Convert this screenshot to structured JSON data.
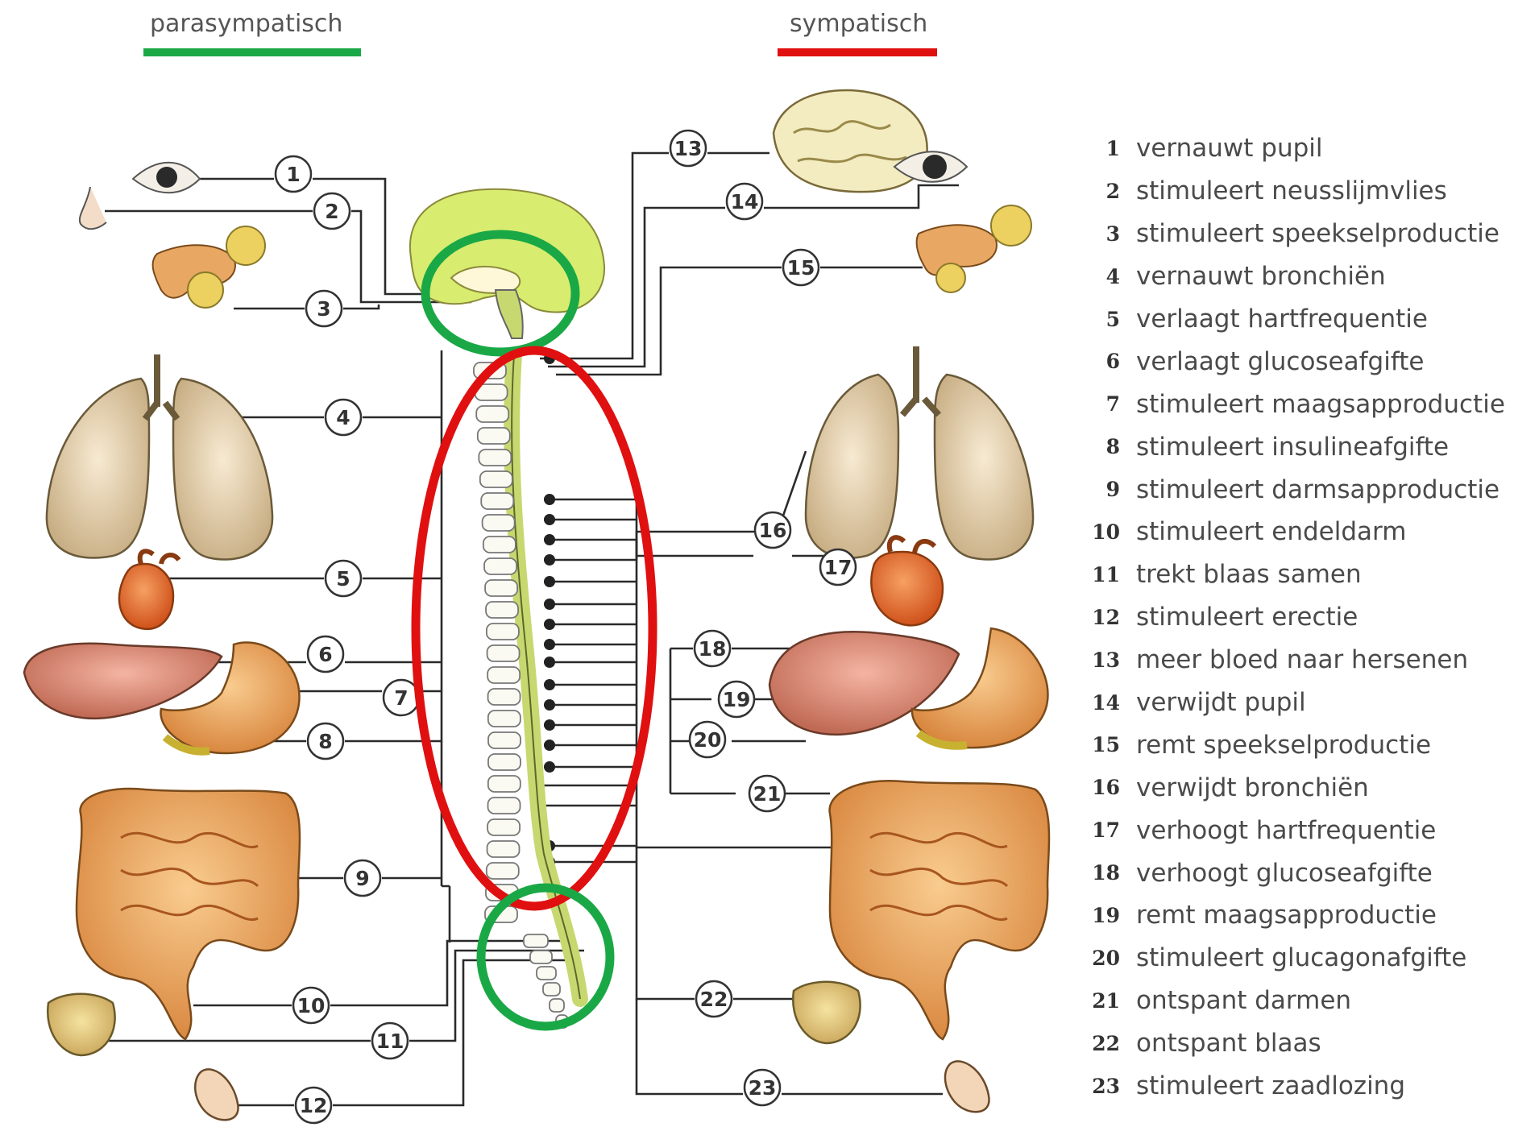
{
  "headers": {
    "parasympathetic": "parasympatisch",
    "sympathetic": "sympatisch"
  },
  "colors": {
    "parasympathetic": "#1aa846",
    "sympathetic": "#e01010",
    "brain": "#d8ec70",
    "spine": "#c8d870",
    "organ": "#e89040",
    "lung": "#efd9b5"
  },
  "badges": {
    "b1": "1",
    "b2": "2",
    "b3": "3",
    "b4": "4",
    "b5": "5",
    "b6": "6",
    "b7": "7",
    "b8": "8",
    "b9": "9",
    "b10": "10",
    "b11": "11",
    "b12": "12",
    "b13": "13",
    "b14": "14",
    "b15": "15",
    "b16": "16",
    "b17": "17",
    "b18": "18",
    "b19": "19",
    "b20": "20",
    "b21": "21",
    "b22": "22",
    "b23": "23"
  },
  "legend": [
    {
      "num": "1",
      "text": "vernauwt pupil"
    },
    {
      "num": "2",
      "text": "stimuleert neusslijmvlies"
    },
    {
      "num": "3",
      "text": "stimuleert speekselproductie"
    },
    {
      "num": "4",
      "text": "vernauwt bronchiën"
    },
    {
      "num": "5",
      "text": "verlaagt hartfrequentie"
    },
    {
      "num": "6",
      "text": "verlaagt glucoseafgifte"
    },
    {
      "num": "7",
      "text": "stimuleert maagsapproductie"
    },
    {
      "num": "8",
      "text": "stimuleert insulineafgifte"
    },
    {
      "num": "9",
      "text": "stimuleert darmsapproductie"
    },
    {
      "num": "10",
      "text": "stimuleert endeldarm"
    },
    {
      "num": "11",
      "text": "trekt blaas samen"
    },
    {
      "num": "12",
      "text": "stimuleert erectie"
    },
    {
      "num": "13",
      "text": "meer bloed naar hersenen"
    },
    {
      "num": "14",
      "text": "verwijdt pupil"
    },
    {
      "num": "15",
      "text": "remt speekselproductie"
    },
    {
      "num": "16",
      "text": "verwijdt bronchiën"
    },
    {
      "num": "17",
      "text": "verhoogt hartfrequentie"
    },
    {
      "num": "18",
      "text": "verhoogt glucoseafgifte"
    },
    {
      "num": "19",
      "text": "remt maagsapproductie"
    },
    {
      "num": "20",
      "text": "stimuleert glucagonafgifte"
    },
    {
      "num": "21",
      "text": "ontspant darmen"
    },
    {
      "num": "22",
      "text": "ontspant blaas"
    },
    {
      "num": "23",
      "text": "stimuleert zaadlozing"
    }
  ]
}
